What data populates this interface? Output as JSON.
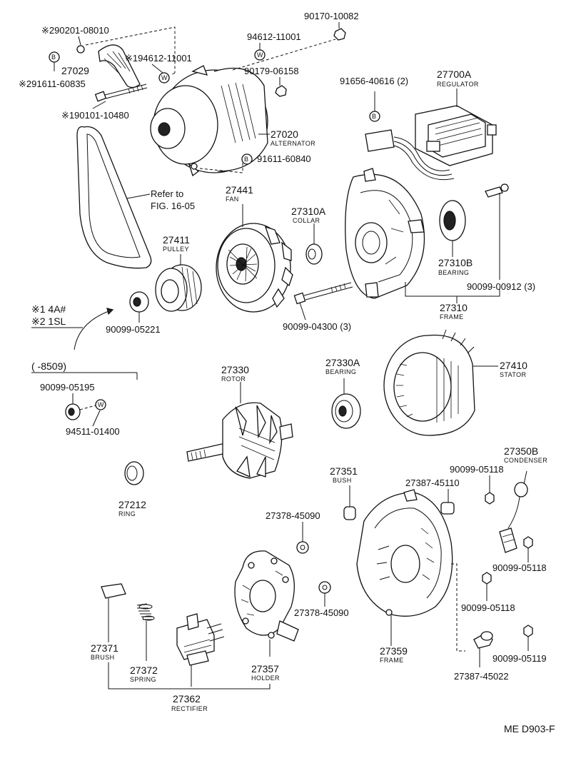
{
  "labels": {
    "p290201": "※290201-08010",
    "p27029": "27029",
    "p291611": "※291611-60835",
    "p194612": "※194612-11001",
    "p190101": "※190101-10480",
    "p9461211001": "94612-11001",
    "p9017010082": "90170-10082",
    "p9017906158": "90179-06158",
    "p27020": "27020",
    "p27020n": "ALTERNATOR",
    "p9161160840": "91611-60840",
    "p9165640616": "91656-40616 (2)",
    "p27700A": "27700A",
    "p27700An": "REGULATOR",
    "refer1": "Refer to",
    "refer2": "FIG. 16-05",
    "p27441": "27441",
    "p27441n": "FAN",
    "p27310A": "27310A",
    "p27310An": "COLLAR",
    "p27411": "27411",
    "p27411n": "PULLEY",
    "p27310B": "27310B",
    "p27310Bn": "BEARING",
    "p9009900912": "90099-00912 (3)",
    "p27310": "27310",
    "p27310n": "FRAME",
    "note1": "※1 4A#",
    "note2": "※2 1SL",
    "p9009905221": "90099-05221",
    "p9009904300": "90099-04300 (3)",
    "range": "(      -8509)",
    "p9009905195": "90099-05195",
    "p9451101400": "94511-01400",
    "p27330": "27330",
    "p27330n": "ROTOR",
    "p27330A": "27330A",
    "p27330An": "BEARING",
    "p27410": "27410",
    "p27410n": "STATOR",
    "p27350B": "27350B",
    "p27350Bn": "CONDENSER",
    "p9009905118a": "90099-05118",
    "p27351": "27351",
    "p27351n": "BUSH",
    "p2738745110": "27387-45110",
    "p27212": "27212",
    "p27212n": "RING",
    "p2737845090a": "27378-45090",
    "p9009905118b": "90099-05118",
    "p9009905118c": "90099-05118",
    "p2737845090b": "27378-45090",
    "p27371": "27371",
    "p27371n": "BRUSH",
    "p27372": "27372",
    "p27372n": "SPRING",
    "p27357": "27357",
    "p27357n": "HOLDER",
    "p27359": "27359",
    "p27359n": "FRAME",
    "p9009905119": "90099-05119",
    "p2738745022": "27387-45022",
    "p27362": "27362",
    "p27362n": "RECTIFIER",
    "ref": "ME D903-F",
    "mark_b": "B",
    "mark_w": "W"
  }
}
